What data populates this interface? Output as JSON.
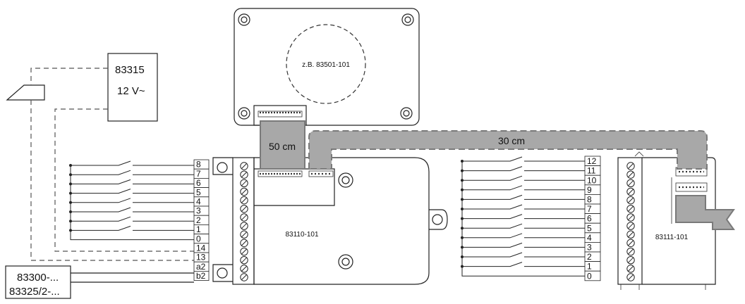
{
  "labels": {
    "transformer_model": "83315",
    "transformer_voltage": "12 V~",
    "speaker_module": "z.B. 83501-101",
    "cable_short": "50 cm",
    "cable_long": "30 cm",
    "main_module": "83110-101",
    "extension_module": "83111-101",
    "device_line1": "83300-...",
    "device_line2": "83325/2-..."
  },
  "main_terminals": [
    "8",
    "7",
    "6",
    "5",
    "4",
    "3",
    "2",
    "1",
    "0",
    "14",
    "13",
    "a2",
    "b2"
  ],
  "ext_terminals": [
    "12",
    "11",
    "10",
    "9",
    "8",
    "7",
    "6",
    "5",
    "4",
    "3",
    "2",
    "1",
    "0"
  ]
}
